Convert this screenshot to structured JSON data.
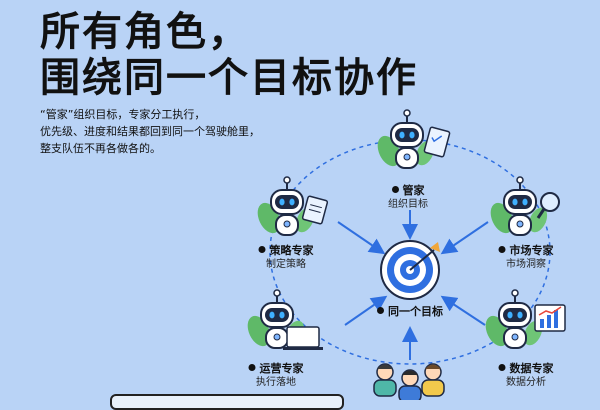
{
  "title": {
    "line1": "所有角色，",
    "line2": "围绕同一个目标协作"
  },
  "description": "“管家”组织目标，专家分工执行，\n优先级、进度和结果都回到同一个驾驶舱里，\n整支队伍不再各做各的。",
  "roles": {
    "manager": {
      "name": "管家",
      "desc": "组织目标"
    },
    "strategy": {
      "name": "策略专家",
      "desc": "制定策略"
    },
    "market": {
      "name": "市场专家",
      "desc": "市场洞察"
    },
    "ops": {
      "name": "运营专家",
      "desc": "执行落地"
    },
    "data": {
      "name": "数据专家",
      "desc": "数据分析"
    }
  },
  "center": {
    "label": "同一个目标"
  },
  "colors": {
    "background": "#b9d3f6",
    "accent_blue": "#2f6fe0",
    "leaf_green": "#5fb968",
    "robot_body": "#ffffff",
    "robot_face": "#1f2a44"
  }
}
